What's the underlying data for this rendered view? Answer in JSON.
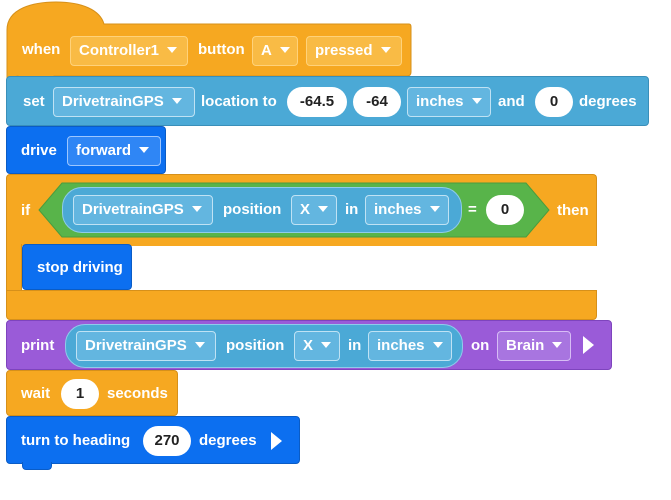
{
  "colors": {
    "events": "#F6A821",
    "sensing": "#4BA9D6",
    "drivetrain": "#0C6FF0",
    "operators": "#58B44A",
    "looks": "#9A5BD8"
  },
  "when_block": {
    "label": "when",
    "controller": "Controller1",
    "button_label": "button",
    "button": "A",
    "action": "pressed"
  },
  "set_block": {
    "label": "set",
    "sensor": "DrivetrainGPS",
    "location_label": "location to",
    "x": "-64.5",
    "y": "-64",
    "units": "inches",
    "and_label": "and",
    "heading": "0",
    "degrees_label": "degrees"
  },
  "drive_block": {
    "label": "drive",
    "direction": "forward"
  },
  "if_block": {
    "label": "if",
    "sensor": "DrivetrainGPS",
    "position_label": "position",
    "axis": "X",
    "in_label": "in",
    "units": "inches",
    "operator": "=",
    "value": "0",
    "then_label": "then"
  },
  "stop_block": {
    "label": "stop driving"
  },
  "print_block": {
    "label": "print",
    "sensor": "DrivetrainGPS",
    "position_label": "position",
    "axis": "X",
    "in_label": "in",
    "units": "inches",
    "on_label": "on",
    "target": "Brain"
  },
  "wait_block": {
    "label": "wait",
    "value": "1",
    "unit_label": "seconds"
  },
  "turn_block": {
    "label": "turn to heading",
    "value": "270",
    "unit_label": "degrees"
  }
}
